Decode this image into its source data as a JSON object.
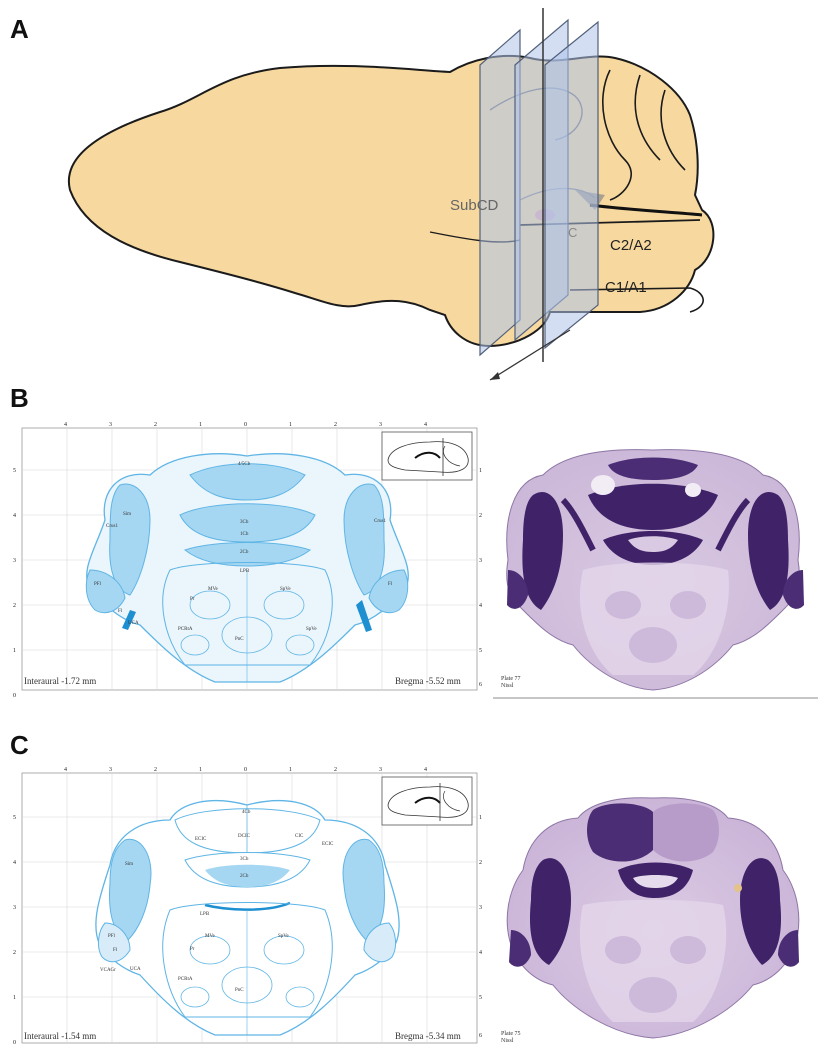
{
  "panels": [
    {
      "letter": "A"
    },
    {
      "letter": "B"
    },
    {
      "letter": "C"
    }
  ],
  "panelA": {
    "labels": {
      "subcd": "SubCD",
      "c2a2": "C2/A2",
      "c1a1": "C1/A1",
      "c": "C"
    },
    "colors": {
      "brain": "#f7d9a0",
      "plane": "#aec3ea",
      "outline": "#1b1b1b"
    }
  },
  "panelB": {
    "interaural": "Interaural -1.72 mm",
    "bregma": "Bregma -5.52 mm",
    "plate": "Plate 77",
    "stain": "Nissl",
    "top_axis": [
      "4",
      "3",
      "2",
      "1",
      "0",
      "1",
      "2",
      "3",
      "4"
    ],
    "left_axis": [
      "5",
      "4",
      "3",
      "2",
      "1",
      "0"
    ],
    "right_axis": [
      "1",
      "2",
      "3",
      "4",
      "5",
      "6"
    ],
    "atlas_labels": [
      "4/5Cb",
      "3Cb",
      "2Cb",
      "1Cb",
      "LPB",
      "Crus1",
      "Sim",
      "PFl",
      "Fl",
      "UCA",
      "MVe",
      "SpVe",
      "PCRtA",
      "PnC",
      "Pr",
      "Crus1",
      "SpVe",
      "Fl"
    ]
  },
  "panelC": {
    "interaural": "Interaural -1.54 mm",
    "bregma": "Bregma -5.34 mm",
    "plate": "Plate 75",
    "stain": "Nissl",
    "top_axis": [
      "4",
      "3",
      "2",
      "1",
      "0",
      "1",
      "2",
      "3",
      "4"
    ],
    "left_axis": [
      "5",
      "4",
      "3",
      "2",
      "1",
      "0"
    ],
    "right_axis": [
      "1",
      "2",
      "3",
      "4",
      "5",
      "6"
    ],
    "atlas_labels": [
      "4Cb",
      "DCIC",
      "CIC",
      "ECIC",
      "2Cb",
      "3Cb",
      "Sim",
      "PFl",
      "Fl",
      "LPB",
      "MVe",
      "PCRtA",
      "PnC",
      "VCAGr",
      "UCA",
      "SpVe",
      "Pr",
      "ECIC"
    ]
  },
  "icons": [
    "brain-sagittal-inset-icon"
  ]
}
